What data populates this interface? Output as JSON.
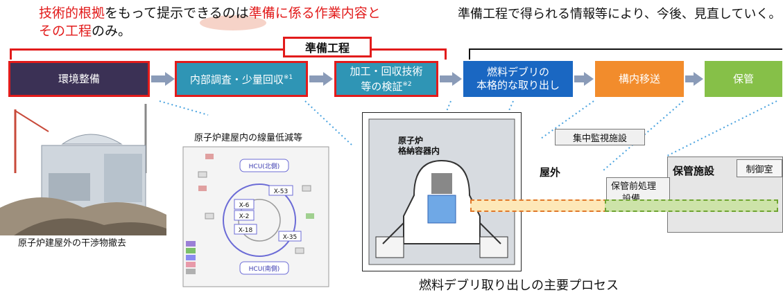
{
  "header": {
    "note_left_red1": "技術的根拠",
    "note_left_black1": "をもって提示できるのは",
    "note_left_red2": "準備に係る作業内容と",
    "note_left_red3": "その工程",
    "note_left_black2": "のみ。",
    "note_right": "準備工程で得られる情報等により、今後、見直していく。"
  },
  "bracket_label": "準備工程",
  "steps": [
    {
      "label": "環境整備",
      "sup": ""
    },
    {
      "label": "内部調査・少量回収",
      "sup": "※1"
    },
    {
      "label_line1": "加工・回収技術",
      "label_line2": "等の検証",
      "sup": "※2"
    },
    {
      "label_line1": "燃料デブリの",
      "label_line2": "本格的な取り出し"
    },
    {
      "label": "構内移送"
    },
    {
      "label": "保管"
    }
  ],
  "captions": {
    "left": "原子炉建屋外の干渉物撤去",
    "plan_title": "原子炉建屋内の線量低減等",
    "main": "燃料デブリ取り出しの主要プロセス"
  },
  "plan_labels": {
    "hcu_north": "HCU(北側)",
    "hcu_south": "HCU(南側)",
    "x53": "X-53",
    "x6": "X-6",
    "x2": "X-2",
    "x18": "X-18",
    "x35": "X-35"
  },
  "reactor": {
    "label_line1": "原子炉",
    "label_line2": "格納容器内"
  },
  "facilities": {
    "central": "集中監視施設",
    "outdoor": "屋外",
    "pre_treat_line1": "保管前処理",
    "pre_treat_line2": "設備",
    "storage": "保管施設",
    "control": "制御室"
  },
  "colors": {
    "red": "#e21b1b",
    "step_dark": "#3b3155",
    "step_teal": "#2f95b5",
    "step_blue": "#1a67c2",
    "step_orange": "#f28c2c",
    "step_green": "#86c048"
  }
}
